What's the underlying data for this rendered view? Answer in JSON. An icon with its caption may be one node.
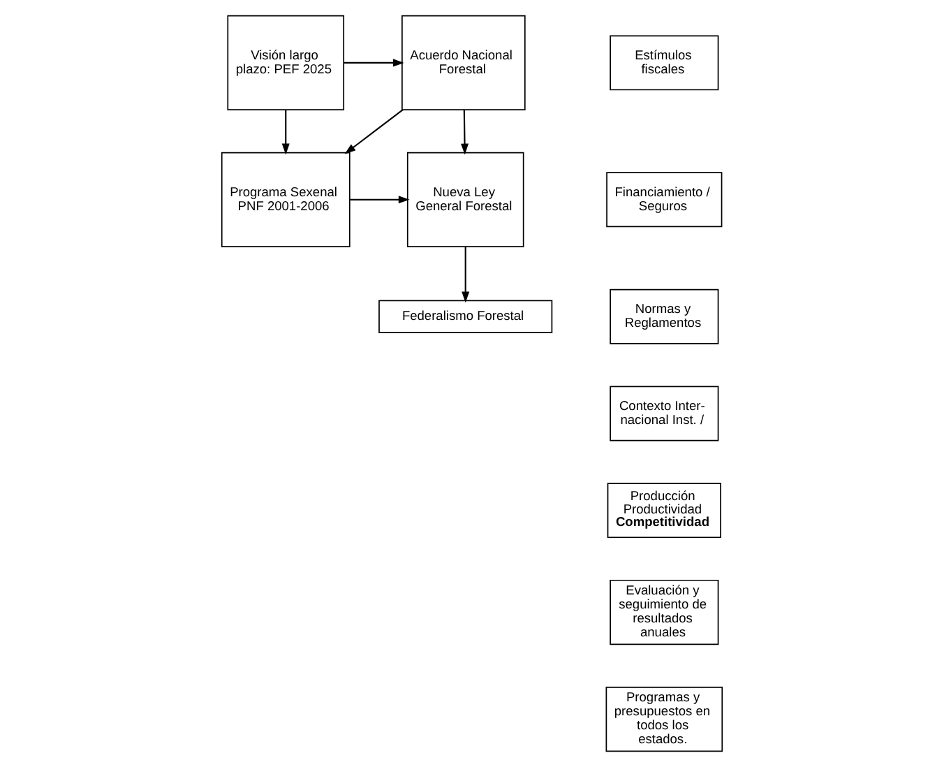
{
  "diagram": {
    "nodes": [
      {
        "text": [
          "Visión largo plazo: PEF 2025"
        ]
      },
      {
        "text": [
          "Acuerdo Nacional Forestal"
        ]
      },
      {
        "text": [
          "Programa Sexenal PNF 2001-2006"
        ]
      },
      {
        "text": [
          "Nueva Ley General Forestal"
        ]
      },
      {
        "text": [
          "Federalismo Forestal"
        ]
      },
      {
        "text": [
          "Estímulos fiscales"
        ]
      },
      {
        "text": [
          "Financiamiento / Seguros"
        ]
      },
      {
        "text": [
          "Normas y Reglamentos"
        ]
      },
      {
        "text": [
          "Contexto Inter- nacional Inst. /"
        ]
      },
      {
        "text": [
          "Producción Productividad **Competitividad**"
        ]
      },
      {
        "text": [
          "Evaluación y seguimiento de resultados anuales"
        ]
      },
      {
        "text": [
          "Programas y presupuestos en todos los estados."
        ]
      }
    ],
    "edges": [
      {
        "from": 0,
        "to": 1,
        "arrow": "to"
      },
      {
        "from": 0,
        "to": 2,
        "arrow": "to"
      },
      {
        "from": 1,
        "to": 2,
        "arrow": "to"
      },
      {
        "from": 1,
        "to": 3,
        "arrow": "to"
      },
      {
        "from": 2,
        "to": 3,
        "arrow": "to"
      },
      {
        "from": 3,
        "to": 4,
        "arrow": "to"
      }
    ]
  }
}
